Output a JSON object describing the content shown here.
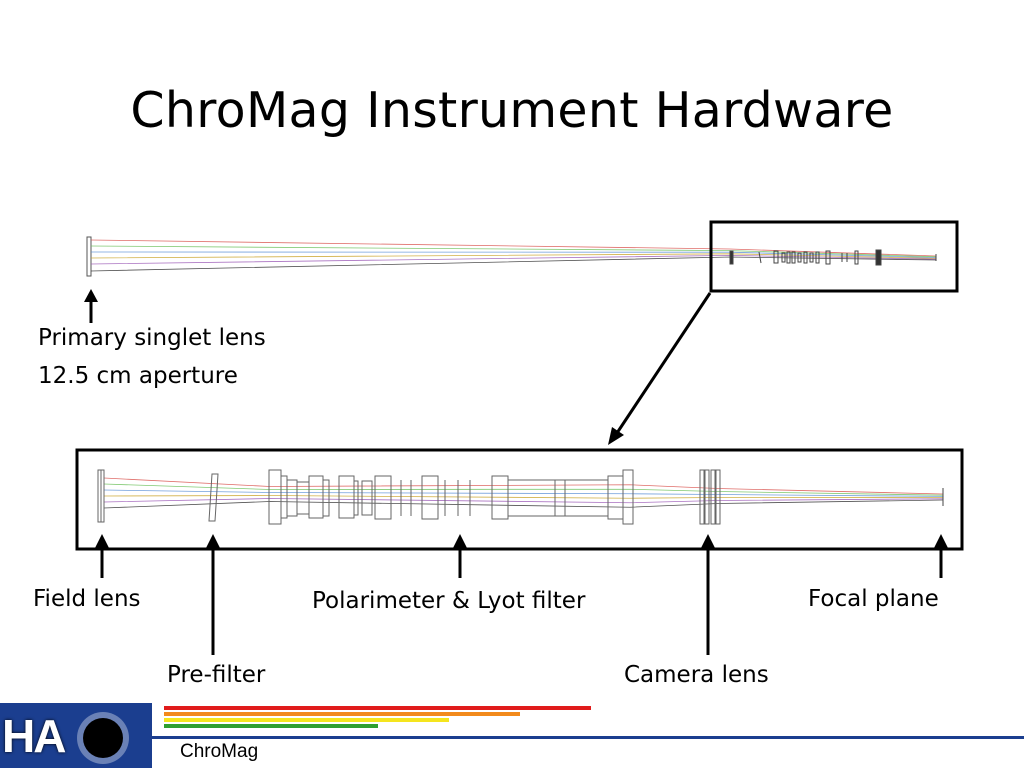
{
  "slide": {
    "title": "ChroMag Instrument Hardware"
  },
  "labels": {
    "primary_line1": "Primary singlet lens",
    "primary_line2": "12.5 cm aperture",
    "field_lens": "Field lens",
    "pre_filter": "Pre-filter",
    "polarimeter": "Polarimeter & Lyot filter",
    "camera_lens": "Camera lens",
    "focal_plane": "Focal plane"
  },
  "footer": {
    "text": "ChroMag",
    "logo_text": "HA",
    "stripe_colors": [
      "#e01b1b",
      "#f28a1c",
      "#f5e51e",
      "#2fa02f"
    ],
    "rule_color": "#1b3e8f"
  },
  "ray_colors": [
    "#d9534f",
    "#6bbf59",
    "#5b8fd6",
    "#c9a227",
    "#9b59b6",
    "#333333"
  ]
}
